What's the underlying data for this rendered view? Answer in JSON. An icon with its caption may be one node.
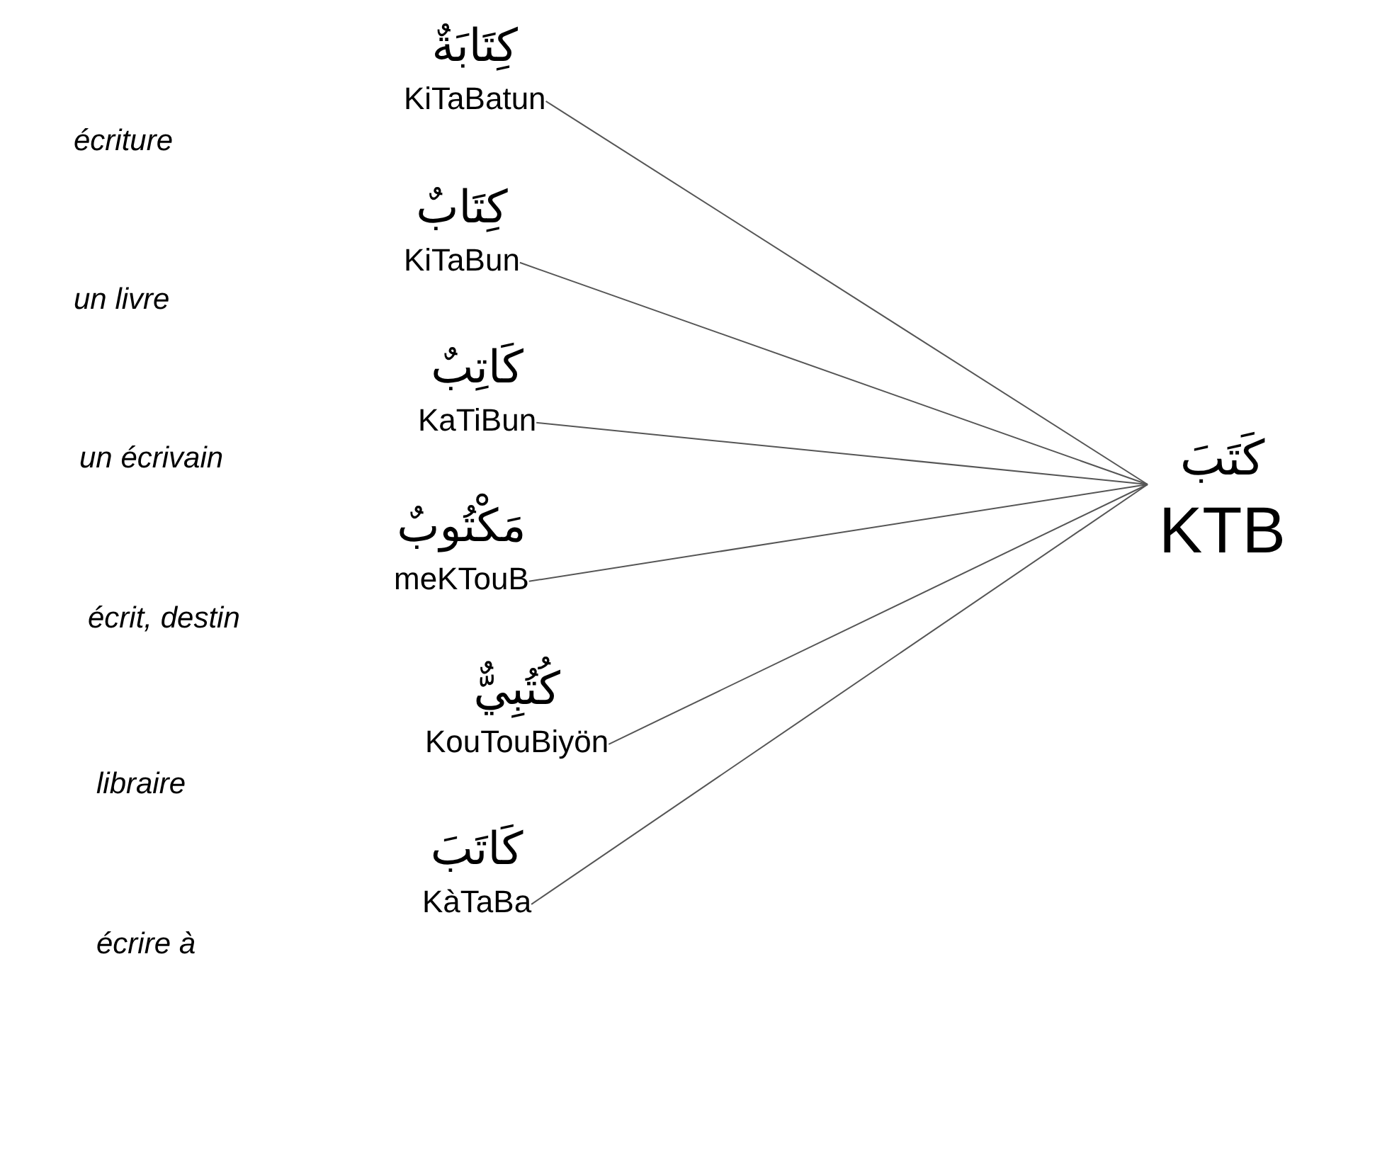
{
  "diagram": {
    "nodes": [
      {
        "text": [
          "كِتَابَةٌ",
          "KiTaBatun"
        ]
      },
      {
        "text": [
          "كِتَابٌ",
          "KiTaBun"
        ]
      },
      {
        "text": [
          "كَاتِبٌ",
          "KaTiBun"
        ]
      },
      {
        "text": [
          "مَكْتُوبٌ",
          "meKTouB"
        ]
      },
      {
        "text": [
          "كُتُبِيٌّ",
          "KouTouBiyön"
        ]
      },
      {
        "text": [
          "كَاتَبَ",
          "KàTaBa"
        ]
      },
      {
        "text": [
          "كَتَبَ",
          "KTB"
        ]
      }
    ],
    "edges": [
      {
        "from": 0,
        "to": 6,
        "arrow": "none"
      },
      {
        "from": 1,
        "to": 6,
        "arrow": "none"
      },
      {
        "from": 2,
        "to": 6,
        "arrow": "none"
      },
      {
        "from": 3,
        "to": 6,
        "arrow": "none"
      },
      {
        "from": 4,
        "to": 6,
        "arrow": "none"
      },
      {
        "from": 5,
        "to": 6,
        "arrow": "none"
      }
    ],
    "labels": [
      "écriture",
      "un livre",
      "un écrivain",
      "écrit, destin",
      "libraire",
      "écrire à"
    ]
  }
}
